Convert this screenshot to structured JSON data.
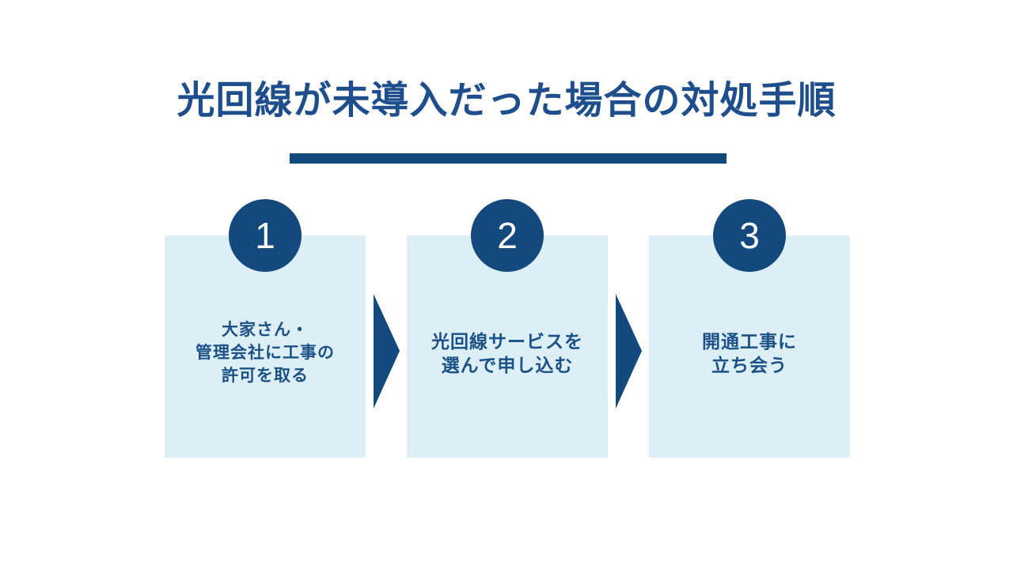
{
  "title": {
    "text": "光回線が未導入だった場合の対処手順"
  },
  "steps": [
    {
      "number": "1",
      "label": "大家さん・\n管理会社に工事の\n許可を取る"
    },
    {
      "number": "2",
      "label": "光回線サービスを\n選んで申し込む"
    },
    {
      "number": "3",
      "label": "開通工事に\n立ち会う"
    }
  ],
  "colors": {
    "title_text": "#1f4e8c",
    "accent_navy": "#14497e",
    "card_background": "#ddeff6",
    "card_text": "#1b5186",
    "number_text": "#ffffff",
    "page_background": "#ffffff"
  }
}
